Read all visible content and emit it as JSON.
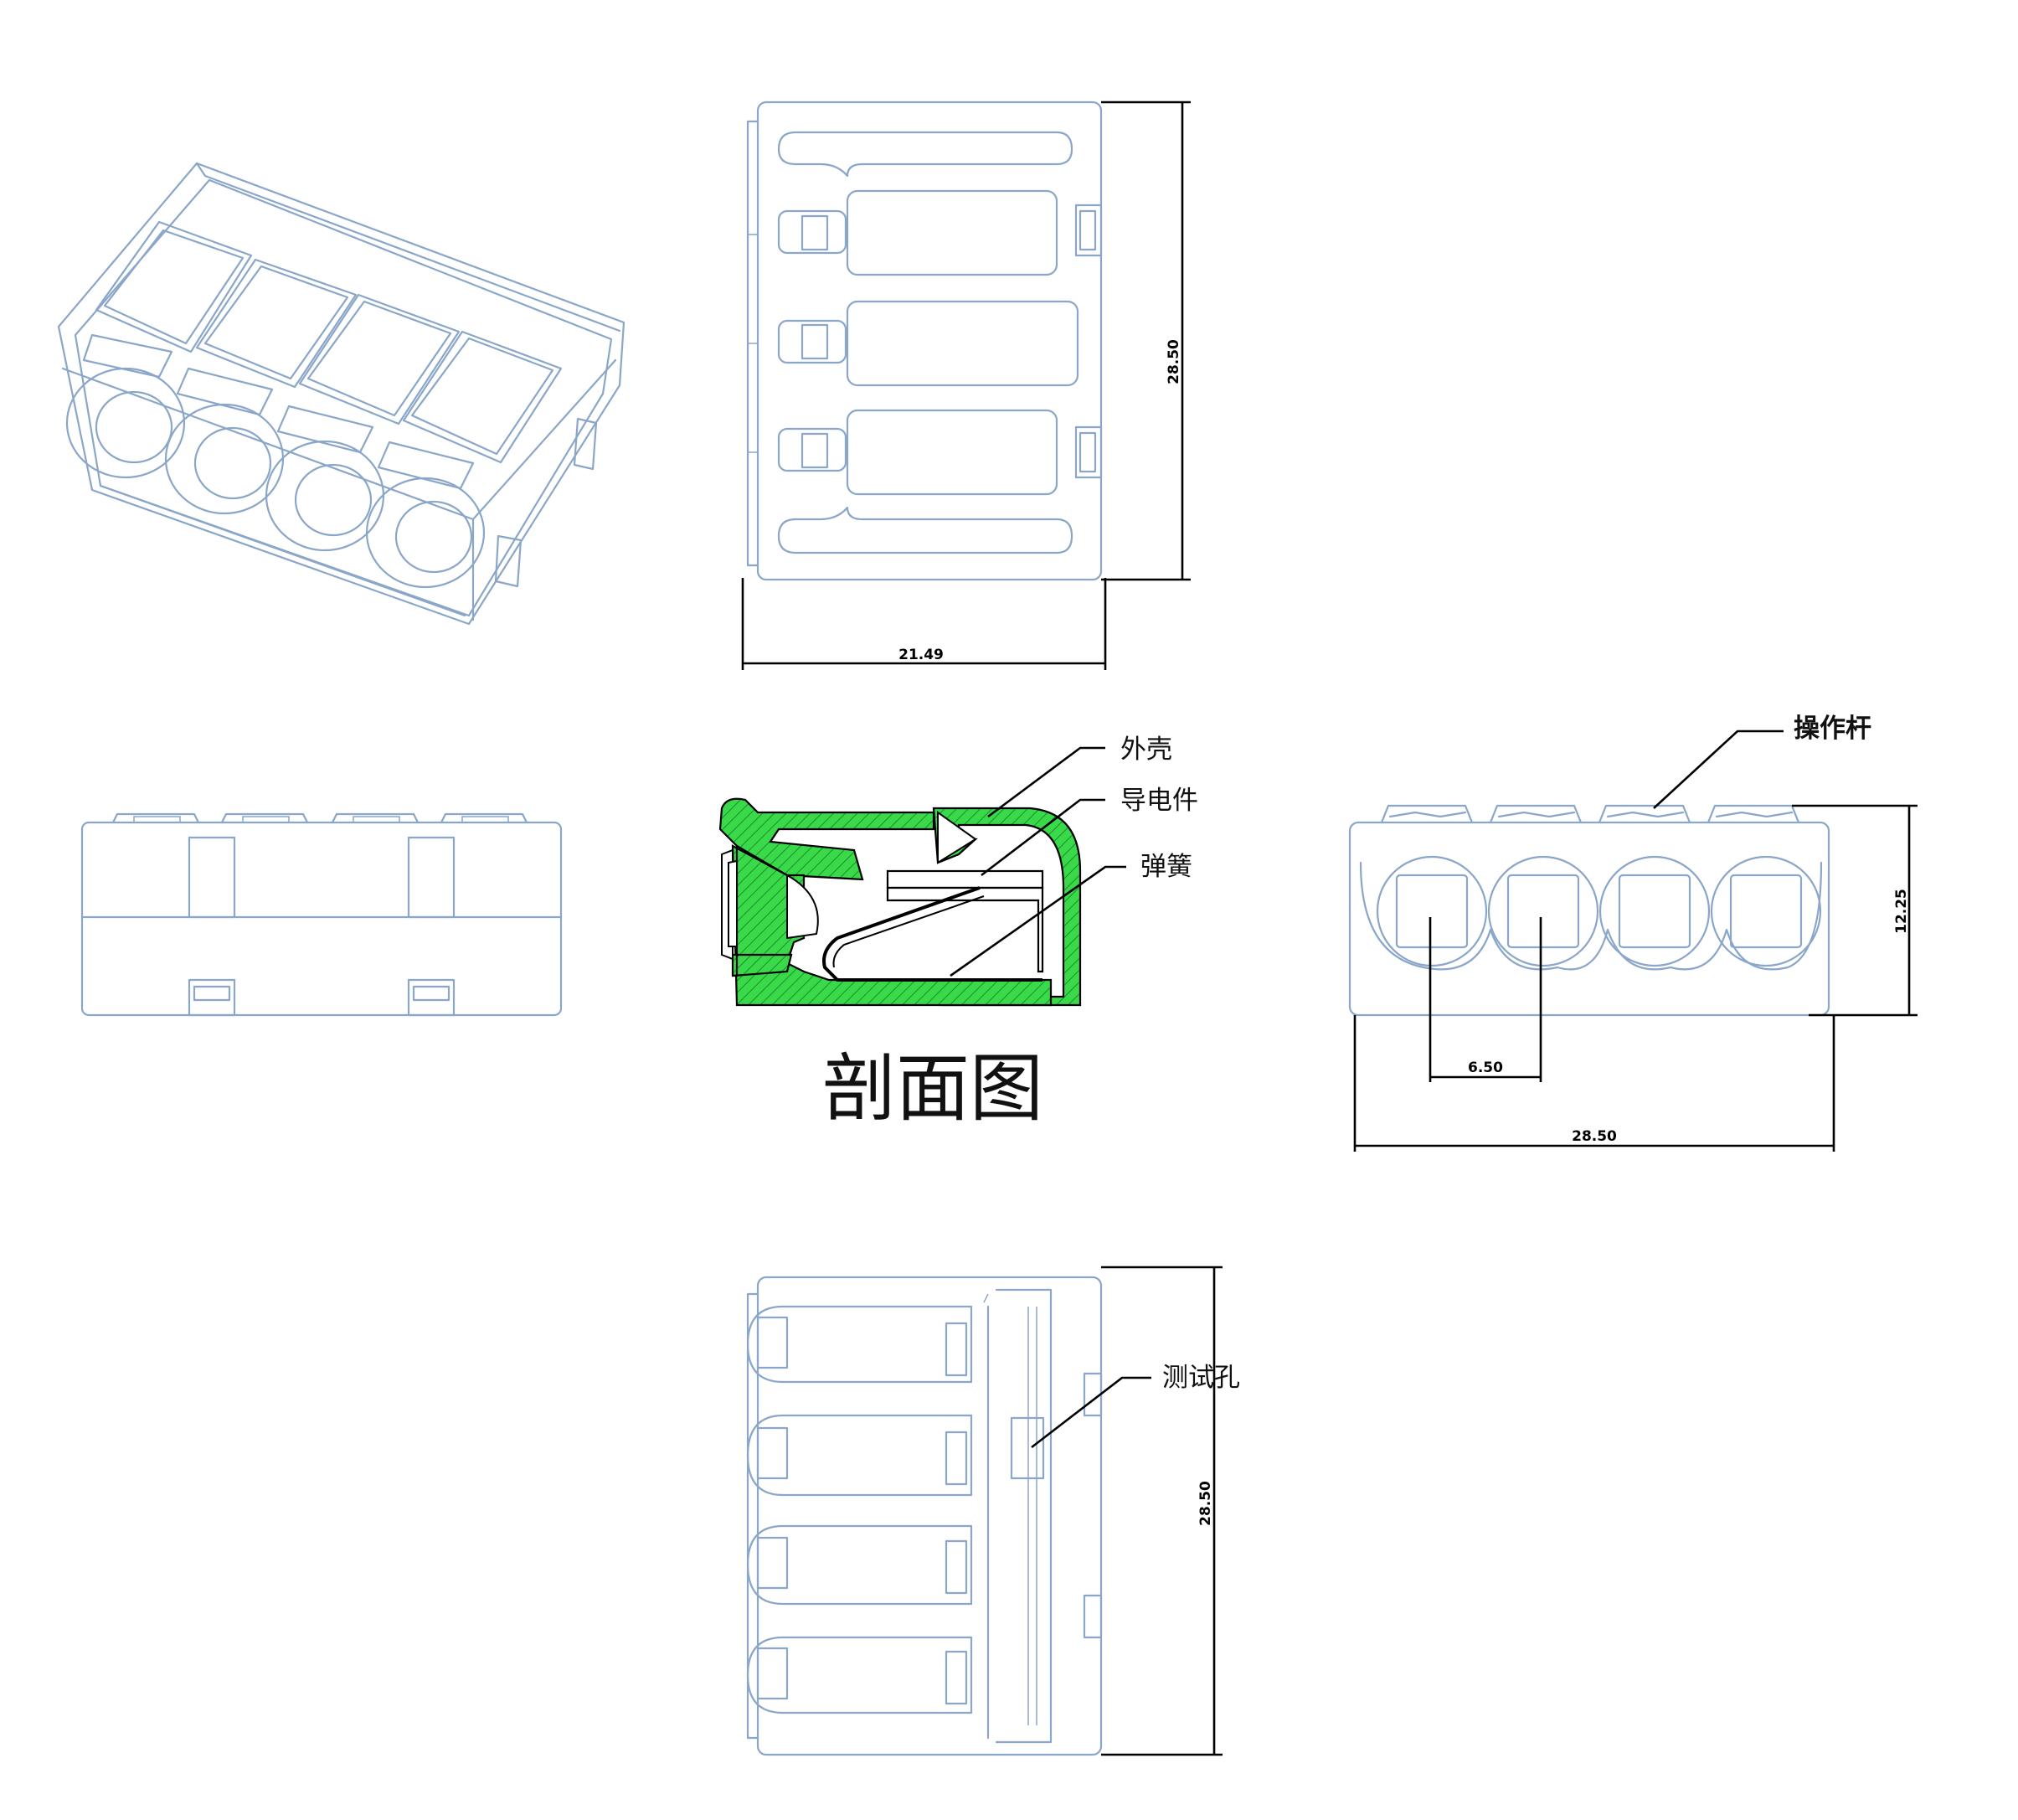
{
  "labels": {
    "shell": "外壳",
    "conductor": "导电件",
    "spring": "弹簧",
    "lever": "操作杆",
    "test_hole": "测试孔",
    "section_title": "剖面图"
  },
  "dimensions": {
    "top_height": "28.50",
    "top_width": "21.49",
    "side_height": "12.25",
    "pitch": "6.50",
    "side_width": "28.50",
    "bottom_height": "28.50"
  },
  "colors": {
    "outline": "#8aa6c8",
    "section_fill": "#39d94a",
    "dimension": "#000000"
  }
}
